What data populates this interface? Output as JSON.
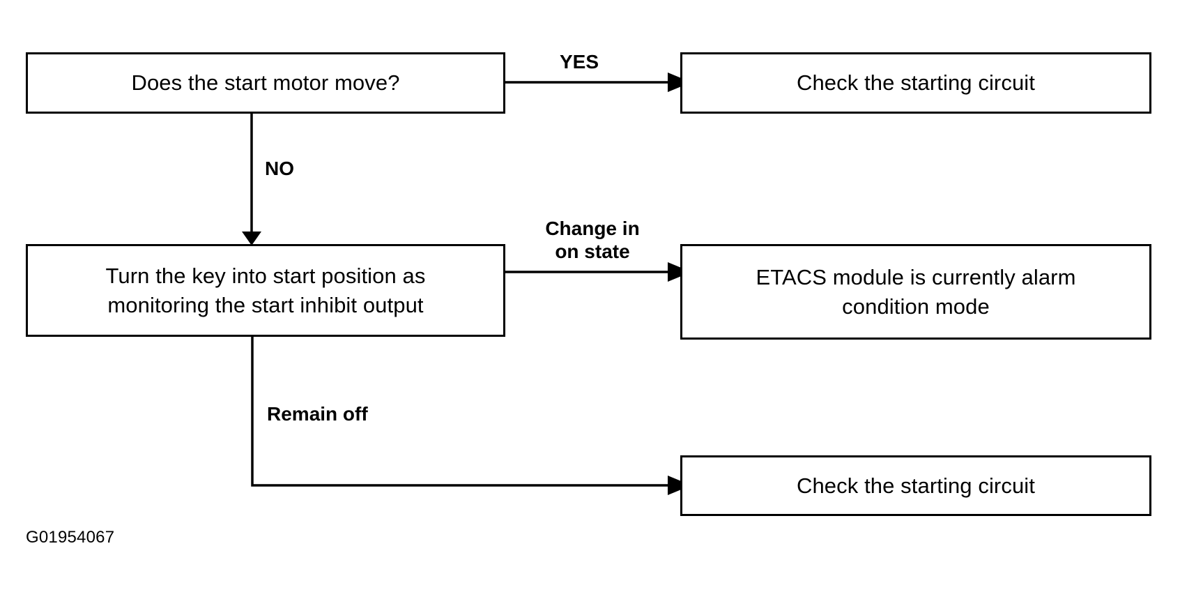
{
  "diagram": {
    "caption": "G01954067",
    "line_color": "#000000",
    "background_color": "#ffffff",
    "nodes": [
      {
        "id": "start-motor-question",
        "label": "Does the start motor move?"
      },
      {
        "id": "check-starting-circuit-yes",
        "label": "Check the starting circuit"
      },
      {
        "id": "turn-key-start-position",
        "label": "Turn the key into start position as\nmonitoring the start inhibit output"
      },
      {
        "id": "etacs-alarm-condition",
        "label": "ETACS module is currently alarm\ncondition mode"
      },
      {
        "id": "check-starting-circuit-remain-off",
        "label": "Check the starting circuit"
      }
    ],
    "edge_labels": [
      {
        "id": "yes",
        "text": "YES"
      },
      {
        "id": "no",
        "text": "NO"
      },
      {
        "id": "change-in-on-state",
        "text": "Change in\non state"
      },
      {
        "id": "remain-off",
        "text": "Remain off"
      }
    ]
  }
}
